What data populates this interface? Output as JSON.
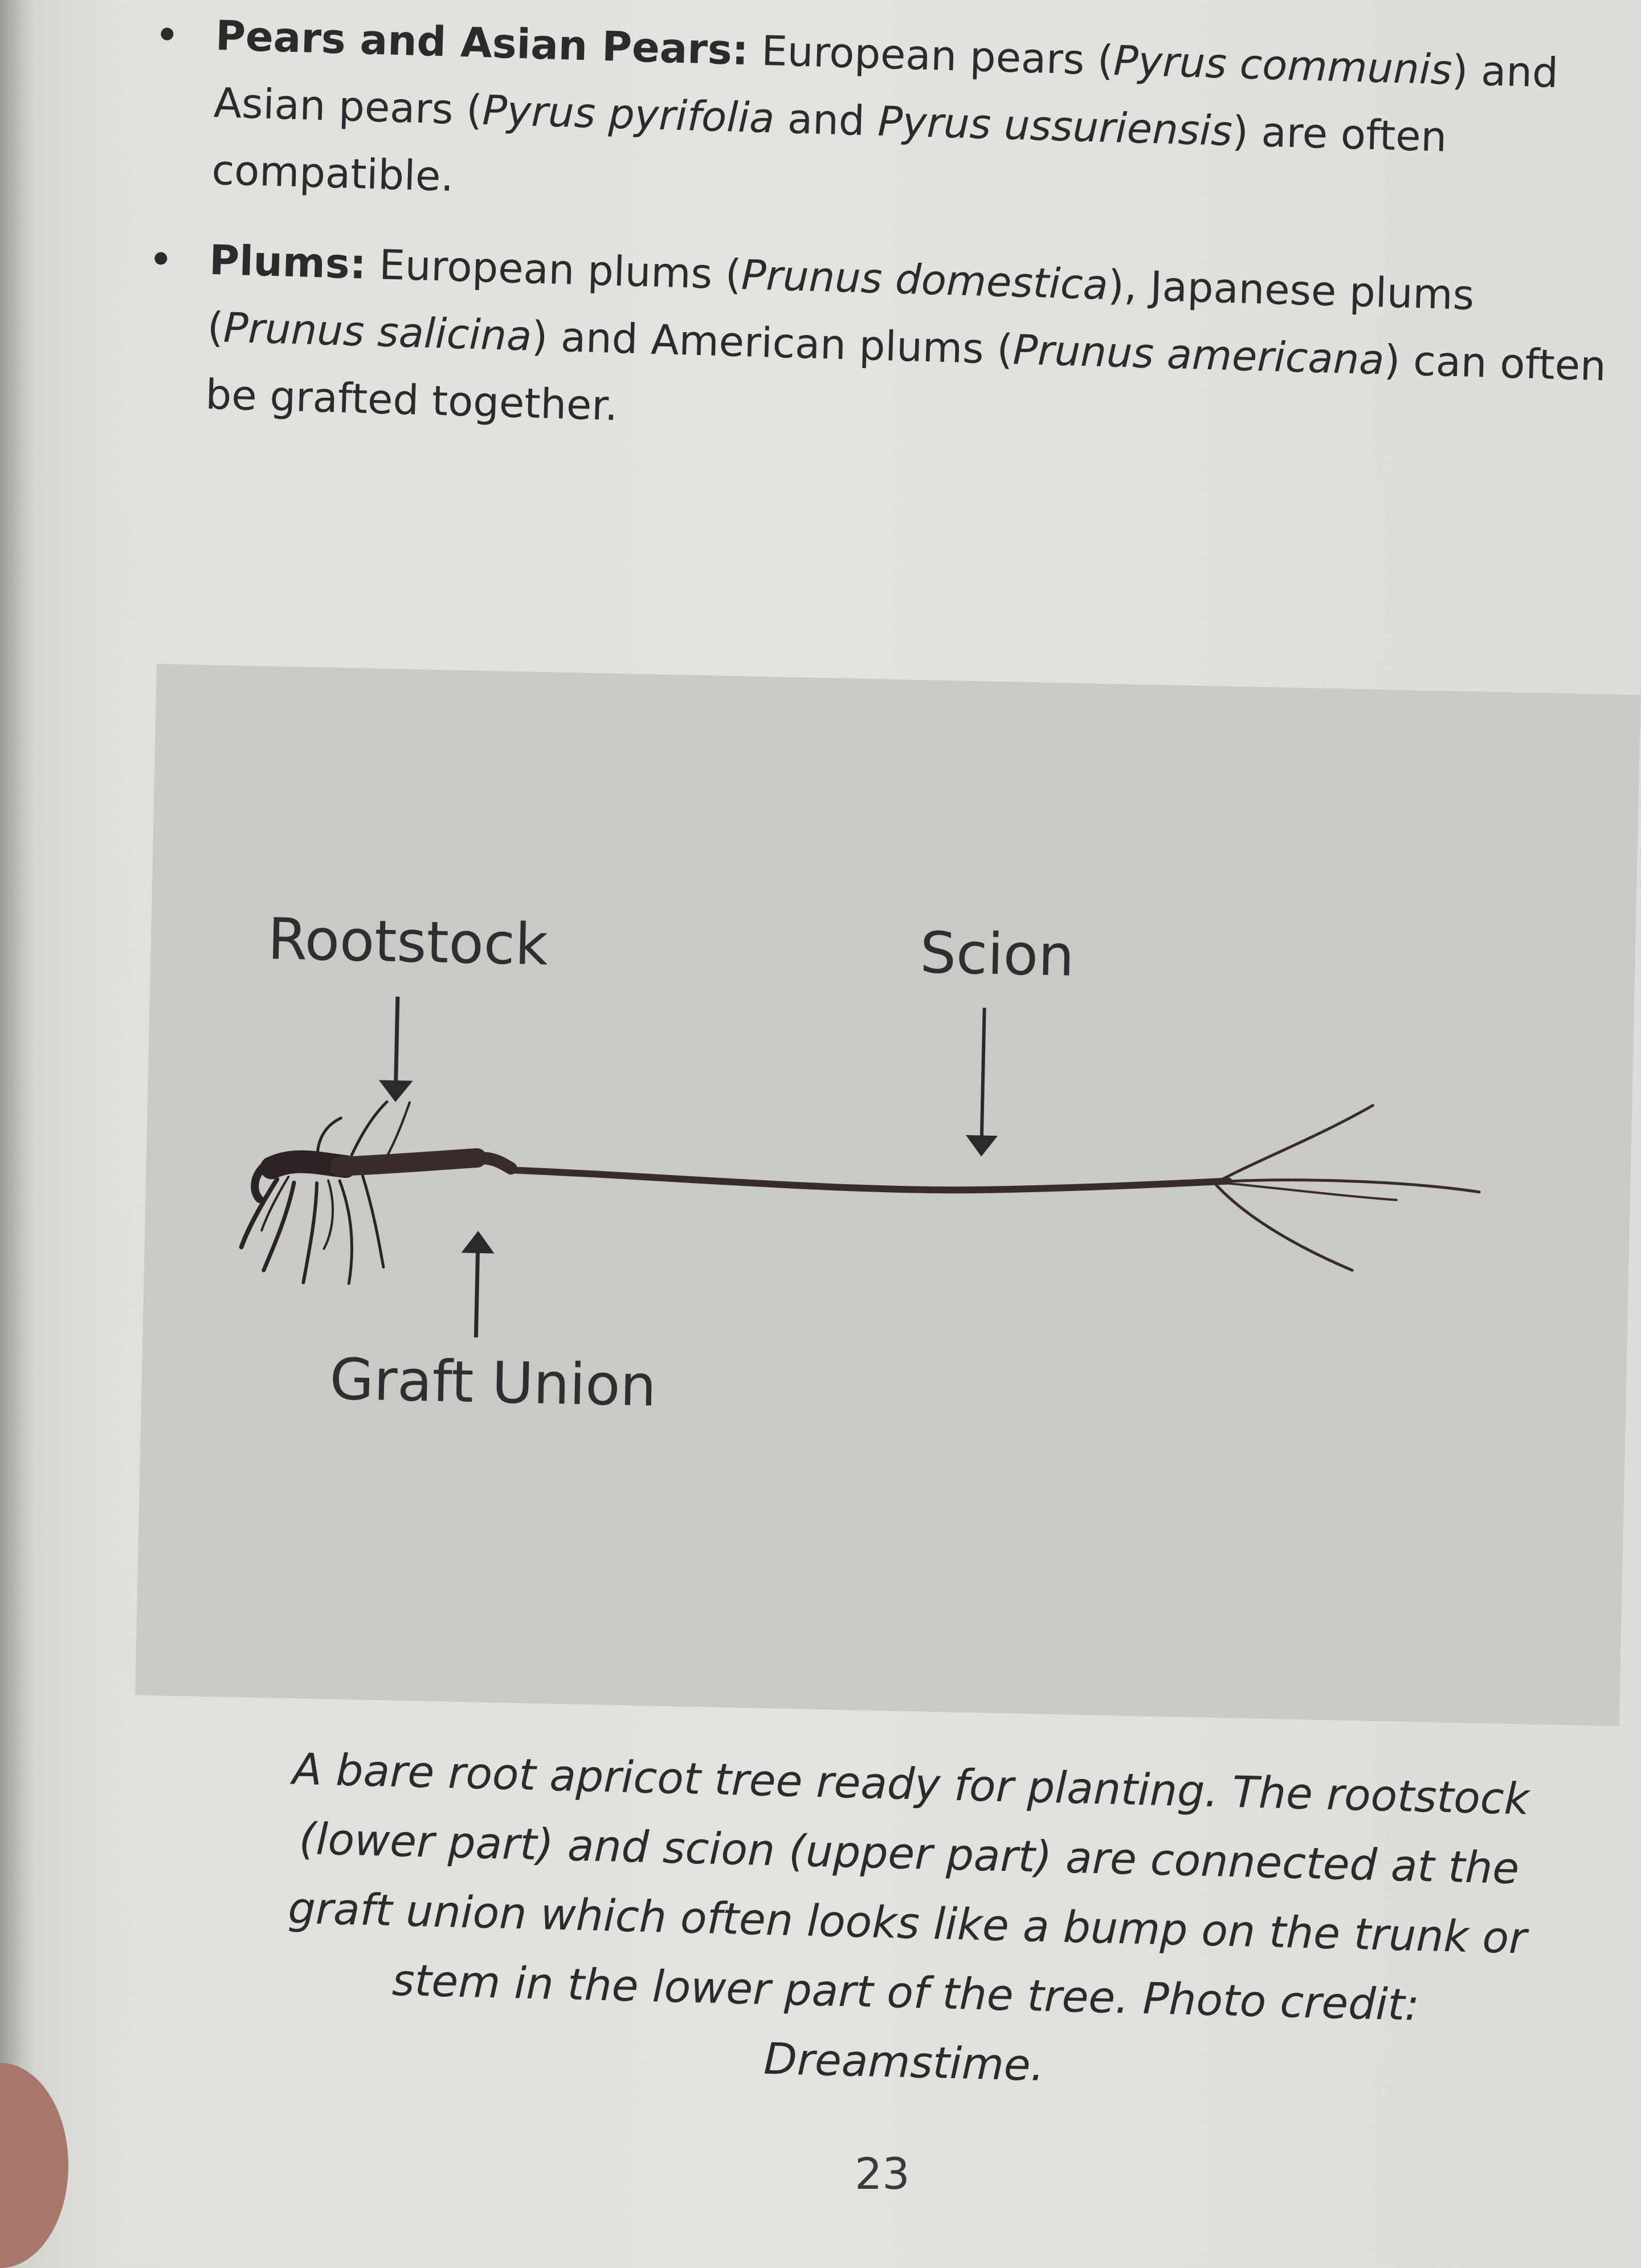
{
  "bullets": [
    {
      "term": "Pears and Asian Pears:",
      "segments": [
        {
          "t": " European pears (",
          "i": false
        },
        {
          "t": "Pyrus communis",
          "i": true
        },
        {
          "t": ") and Asian pears (",
          "i": false
        },
        {
          "t": "Pyrus pyrifolia",
          "i": true
        },
        {
          "t": " and ",
          "i": false
        },
        {
          "t": "Pyrus ussuriensis",
          "i": true
        },
        {
          "t": ") are often compatible.",
          "i": false
        }
      ]
    },
    {
      "term": "Plums:",
      "segments": [
        {
          "t": " European plums (",
          "i": false
        },
        {
          "t": "Prunus domestica",
          "i": true
        },
        {
          "t": "), Japanese plums (",
          "i": false
        },
        {
          "t": "Prunus salicina",
          "i": true
        },
        {
          "t": ") and American plums (",
          "i": false
        },
        {
          "t": "Prunus americana",
          "i": true
        },
        {
          "t": ") can often be grafted together.",
          "i": false
        }
      ]
    }
  ],
  "figure": {
    "label_rootstock": "Rootstock",
    "label_scion": "Scion",
    "label_graft_union": "Graft Union"
  },
  "caption": "A bare root apricot tree ready for planting. The rootstock (lower part) and scion (upper part) are connected at the graft union which often looks like a bump on the trunk or stem in the lower part of the tree. Photo credit: Dreamstime.",
  "page_number": "23"
}
